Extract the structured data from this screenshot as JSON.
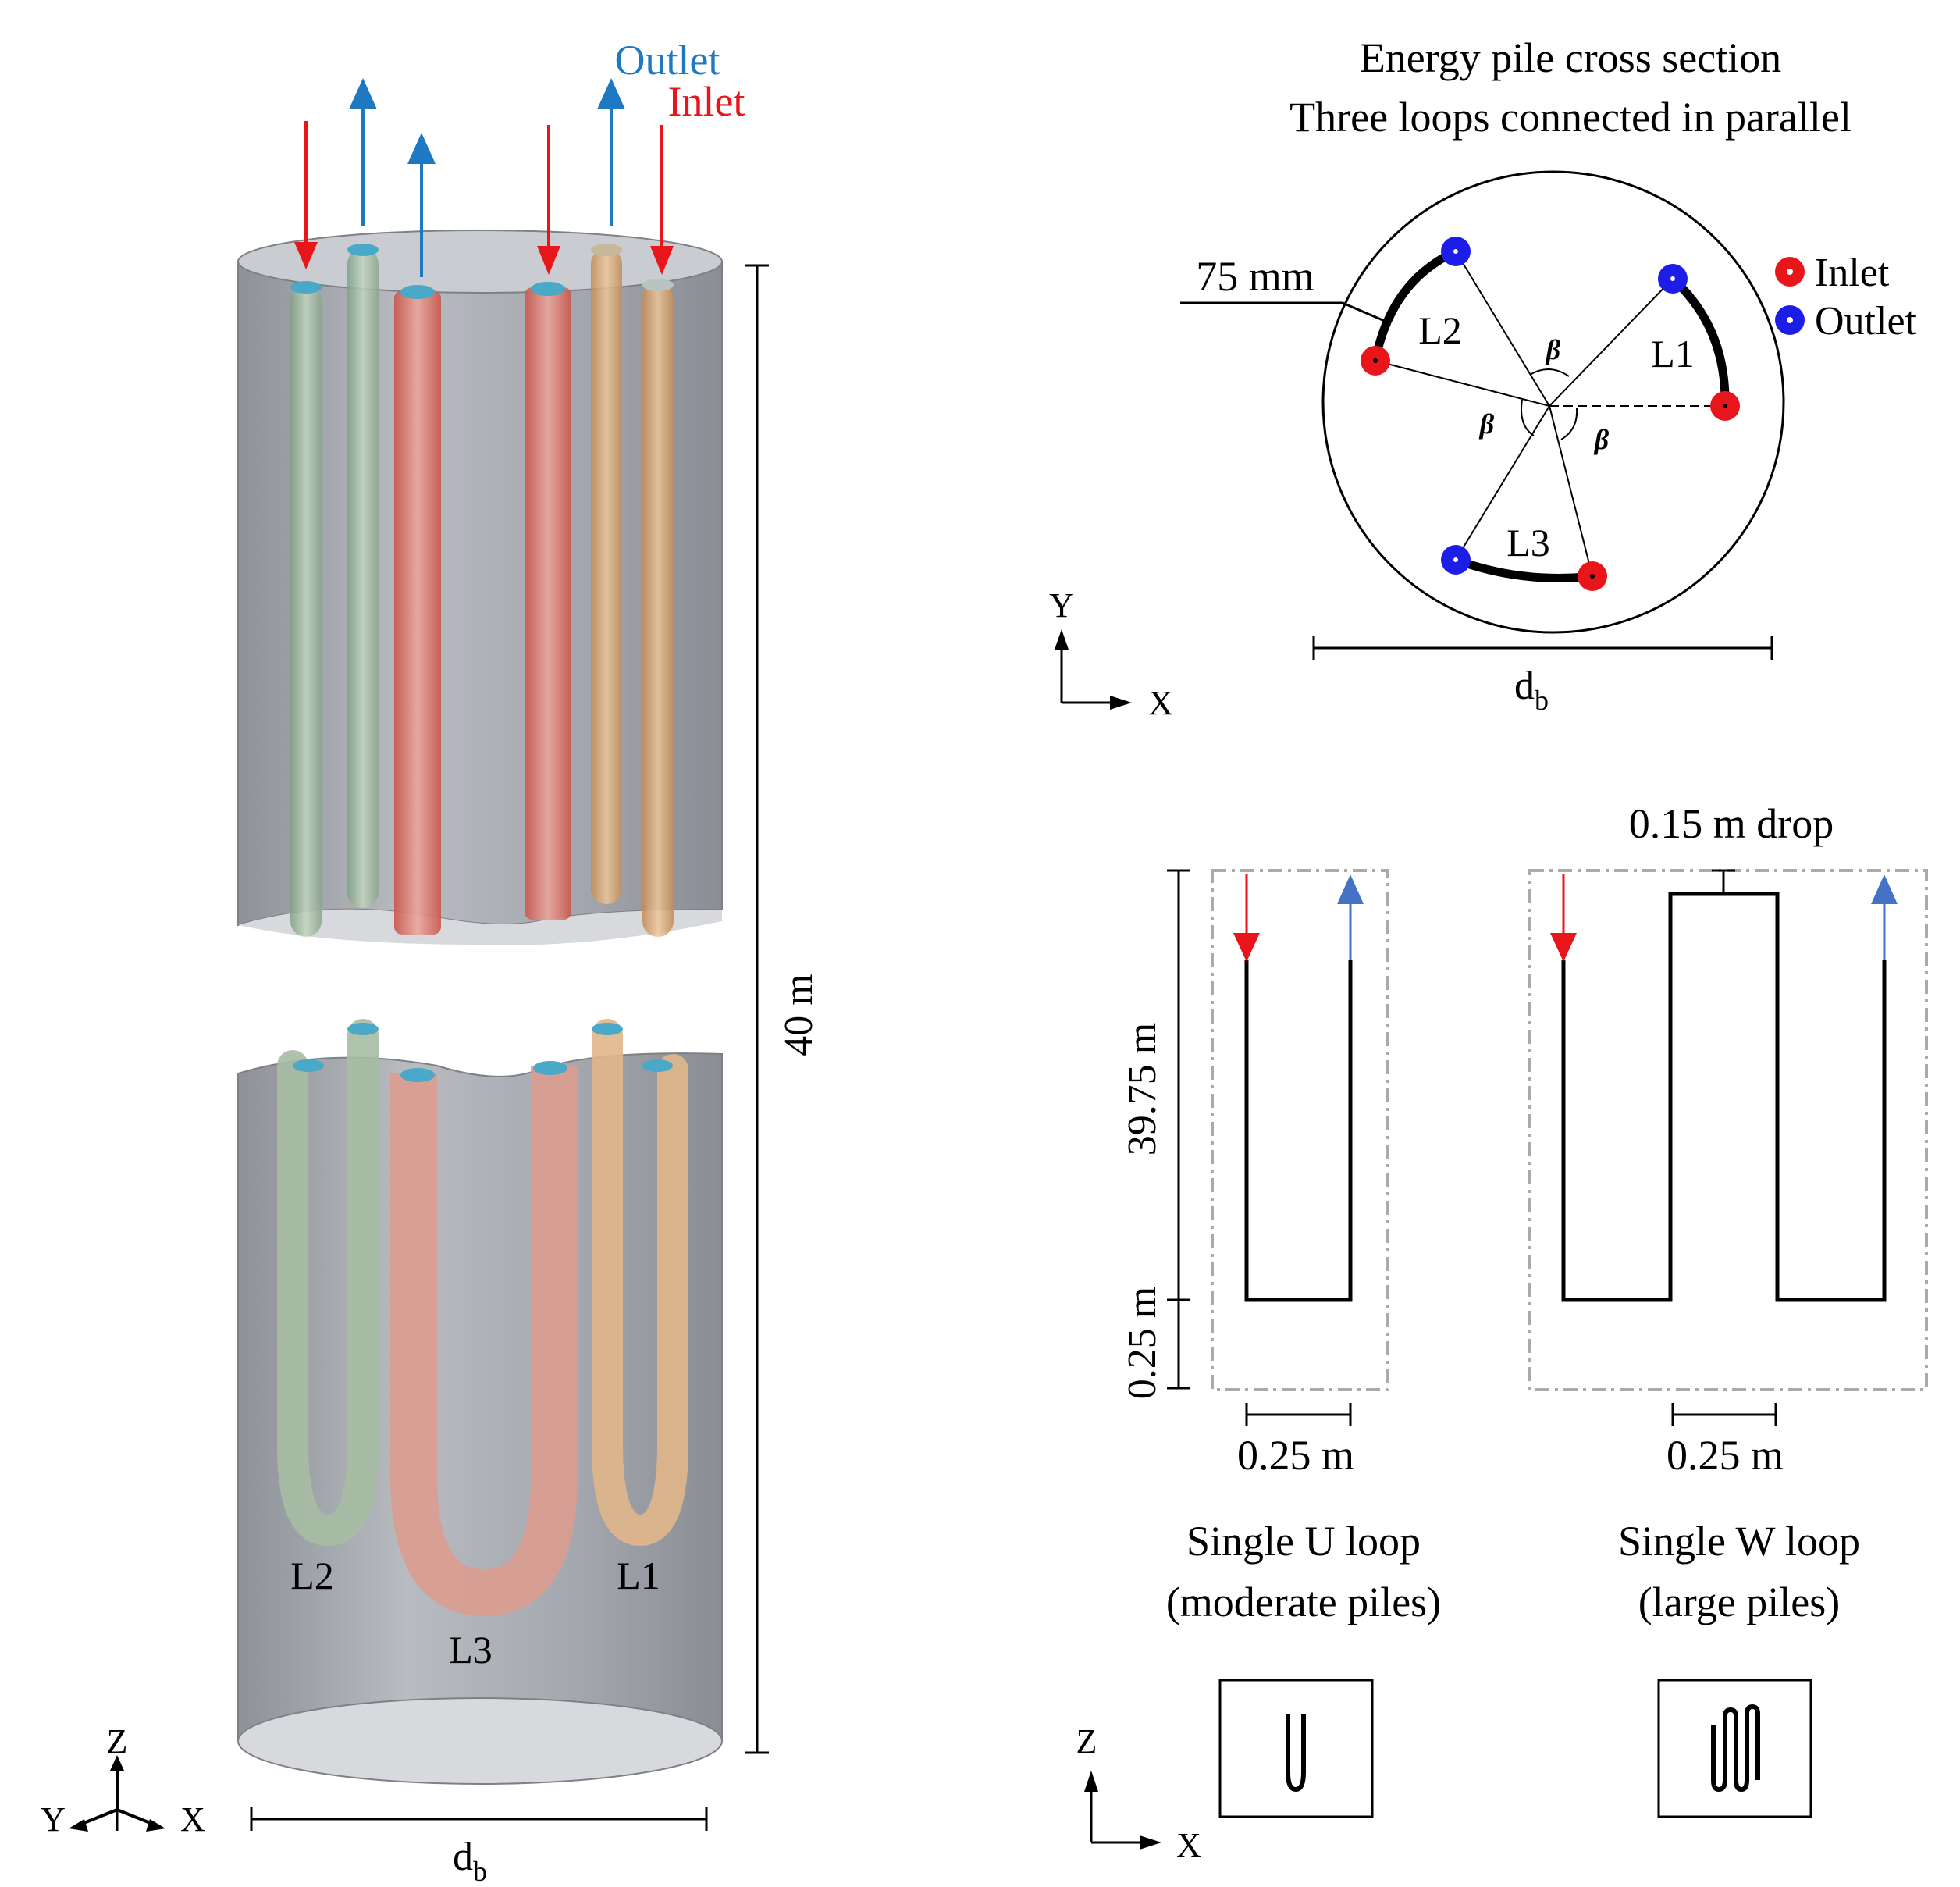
{
  "flow_labels": {
    "outlet": "Outlet",
    "inlet": "Inlet"
  },
  "pile_3d": {
    "loop_labels": {
      "l2": "L2",
      "l3": "L3",
      "l1": "L1"
    },
    "length_label": "40 m",
    "diameter_label_main": "d",
    "diameter_label_sub": "b",
    "axes": {
      "z": "Z",
      "y": "Y",
      "x": "X"
    }
  },
  "cross_section": {
    "title_line1": "Energy pile cross section",
    "title_line2": "Three loops connected in parallel",
    "pipe_spacing_label": "75 mm",
    "angle_label": "β",
    "loop_labels": {
      "l1": "L1",
      "l2": "L2",
      "l3": "L3"
    },
    "legend": {
      "inlet": "Inlet",
      "outlet": "Outlet"
    },
    "diameter_label_main": "d",
    "diameter_label_sub": "b",
    "axes": {
      "y": "Y",
      "x": "X"
    }
  },
  "loops": {
    "drop_label": "0.15 m drop",
    "depth_label": "39.75 m",
    "bottom_label": "0.25 m",
    "u_spacing_label": "0.25 m",
    "w_spacing_label": "0.25 m",
    "u_caption_line1": "Single U loop",
    "u_caption_line2": "(moderate piles)",
    "w_caption_line1": "Single W loop",
    "w_caption_line2": "(large piles)",
    "axes": {
      "z": "Z",
      "x": "X"
    }
  },
  "colors": {
    "inlet": "#e8151b",
    "outlet": "#1f78c2",
    "outlet_arrow_loops": "#4472c4",
    "pile_body": "#a9adb3",
    "pipe_red": "#d9847a",
    "pipe_green": "#9fb89f",
    "pipe_orange": "#d9a46e"
  }
}
